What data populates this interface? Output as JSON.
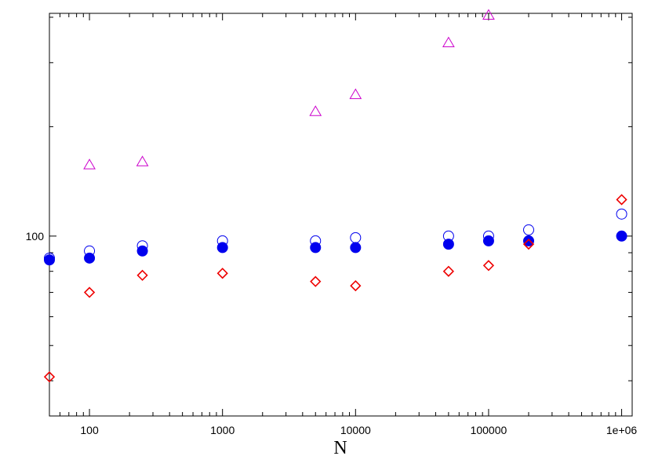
{
  "chart_data": {
    "type": "scatter",
    "title": "",
    "xlabel": "N",
    "ylabel": "",
    "x_scale": "log",
    "y_scale": "log",
    "xlim": [
      50,
      1200000
    ],
    "ylim": [
      32,
      410
    ],
    "grid": false,
    "x_ticks": [
      {
        "value": 100,
        "label": "100"
      },
      {
        "value": 1000,
        "label": "1000"
      },
      {
        "value": 10000,
        "label": "10000"
      },
      {
        "value": 100000,
        "label": "100000"
      },
      {
        "value": 1000000,
        "label": "1e+06"
      }
    ],
    "y_ticks": [
      {
        "value": 100,
        "label": "100"
      }
    ],
    "series": [
      {
        "marker": "triangle-open",
        "color": "#cc00cc",
        "points": [
          {
            "x": 100,
            "y": 157
          },
          {
            "x": 250,
            "y": 160
          },
          {
            "x": 5000,
            "y": 220
          },
          {
            "x": 10000,
            "y": 245
          },
          {
            "x": 50000,
            "y": 340
          },
          {
            "x": 100000,
            "y": 405
          }
        ]
      },
      {
        "marker": "circle-open",
        "color": "#0000ee",
        "points": [
          {
            "x": 50,
            "y": 87
          },
          {
            "x": 100,
            "y": 91
          },
          {
            "x": 250,
            "y": 94
          },
          {
            "x": 1000,
            "y": 97
          },
          {
            "x": 5000,
            "y": 97
          },
          {
            "x": 10000,
            "y": 99
          },
          {
            "x": 50000,
            "y": 100
          },
          {
            "x": 100000,
            "y": 100
          },
          {
            "x": 200000,
            "y": 104
          },
          {
            "x": 1000000,
            "y": 115
          }
        ]
      },
      {
        "marker": "circle-filled",
        "color": "#0000ee",
        "points": [
          {
            "x": 50,
            "y": 86
          },
          {
            "x": 100,
            "y": 87
          },
          {
            "x": 250,
            "y": 91
          },
          {
            "x": 1000,
            "y": 93
          },
          {
            "x": 5000,
            "y": 93
          },
          {
            "x": 10000,
            "y": 93
          },
          {
            "x": 50000,
            "y": 95
          },
          {
            "x": 100000,
            "y": 97
          },
          {
            "x": 200000,
            "y": 97
          },
          {
            "x": 1000000,
            "y": 100
          }
        ]
      },
      {
        "marker": "diamond-open",
        "color": "#ee0000",
        "points": [
          {
            "x": 50,
            "y": 41
          },
          {
            "x": 100,
            "y": 70
          },
          {
            "x": 250,
            "y": 78
          },
          {
            "x": 1000,
            "y": 79
          },
          {
            "x": 5000,
            "y": 75
          },
          {
            "x": 10000,
            "y": 73
          },
          {
            "x": 50000,
            "y": 80
          },
          {
            "x": 100000,
            "y": 83
          },
          {
            "x": 200000,
            "y": 95
          },
          {
            "x": 1000000,
            "y": 126
          }
        ]
      }
    ]
  }
}
